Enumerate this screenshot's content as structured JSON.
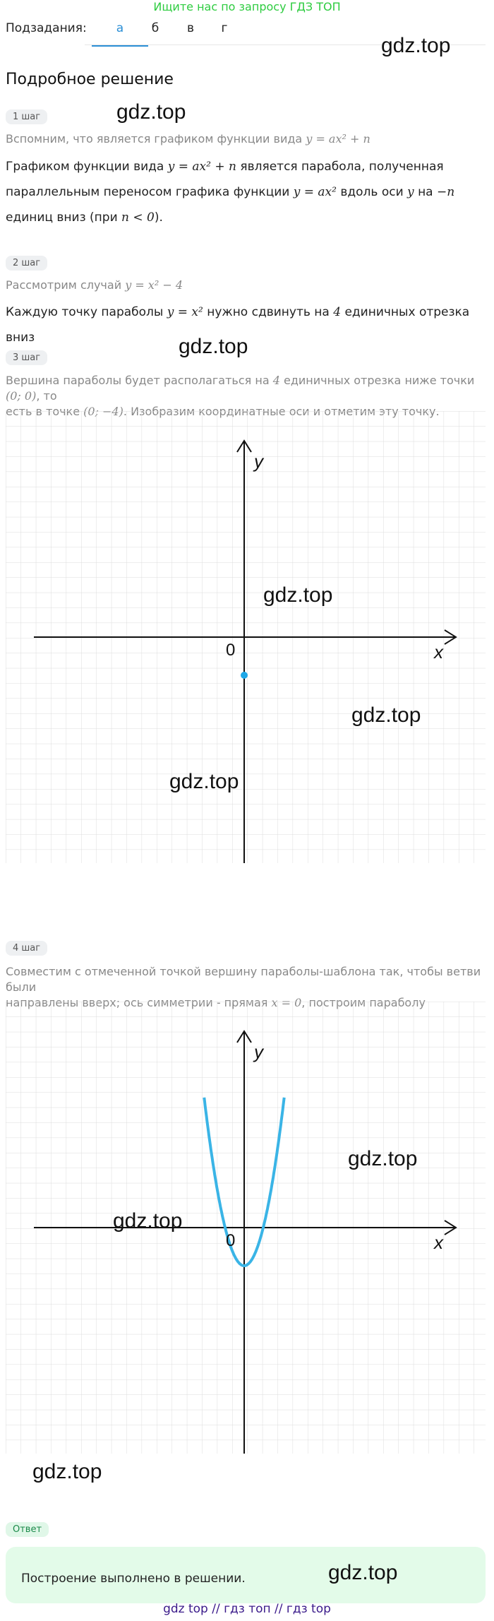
{
  "banner": "Ищите нас по запросу ГДЗ ТОП",
  "subtasks": {
    "label": "Подзадания:",
    "tabs": [
      "а",
      "б",
      "в",
      "г"
    ]
  },
  "watermark": "gdz.top",
  "heading": "Подробное решение",
  "steps": [
    {
      "badge": "1 шаг",
      "hint": "Вспомним, что является графиком функции вида",
      "hint_math": "y = ax² + n",
      "text_1": "Графиком функции вида",
      "math_1": "y = ax² + n",
      "text_2": "является парабола, полученная",
      "text_3": "параллельным переносом графика функции",
      "math_2": "y = ax²",
      "text_4": "вдоль оси",
      "math_3": "y",
      "text_5": "на",
      "math_4": "−n",
      "text_6": "единиц вниз (при",
      "math_5": "n < 0",
      "text_7": ")."
    },
    {
      "badge": "2 шаг",
      "hint": "Рассмотрим случай",
      "hint_math": "y = x² − 4",
      "text_1": "Каждую точку параболы",
      "math_1": "y = x²",
      "text_2": "нужно сдвинуть на",
      "math_2": "4",
      "text_3": "единичных отрезка вниз"
    },
    {
      "badge": "3 шаг",
      "hint_1": "Вершина параболы будет располагаться на",
      "hint_math_1": "4",
      "hint_2": "единичных отрезка ниже точки",
      "hint_math_2": "(0; 0)",
      "hint_3": ", то",
      "hint_4": "есть в точке",
      "hint_math_3": "(0; −4)",
      "hint_5": ". Изобразим координатные оси и отметим эту точку."
    },
    {
      "badge": "4 шаг",
      "hint_1": "Совместим с отмеченной точкой вершину параболы-шаблона так, чтобы ветви были",
      "hint_2": "направлены вверх; ось симметрии - прямая",
      "hint_math": "x = 0",
      "hint_3": ", построим параболу"
    }
  ],
  "graph1": {
    "axis_x": "x",
    "axis_y": "y",
    "origin": "0",
    "point": [
      0,
      -4
    ]
  },
  "graph2": {
    "axis_x": "x",
    "axis_y": "y",
    "origin": "0",
    "function": "y = x² − 4"
  },
  "colors": {
    "banner": "#2ecc40",
    "accent": "#2b8fd6",
    "curve": "#3ab4e6",
    "answer_bg": "#e3fbe9"
  },
  "answer": {
    "badge": "Ответ",
    "text": "Построение выполнено в решении."
  },
  "footer": "gdz top  //  гдз топ  //  гдз top"
}
